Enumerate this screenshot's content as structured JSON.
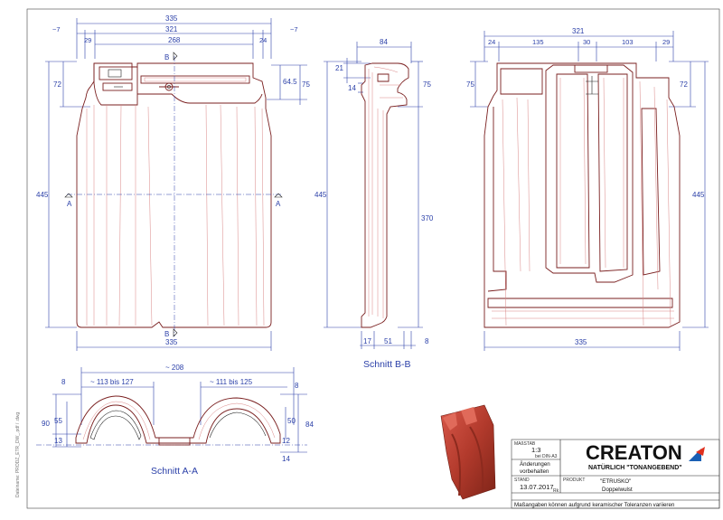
{
  "sheet": {
    "side_text": "Dateiname: PRODZ_ETR_DW_.pdf / .dwg",
    "colors": {
      "dimension": "#2a3fa8",
      "outline": "#7a1f1f",
      "detail": "#d98585",
      "tile": "#c0402a"
    }
  },
  "front_view": {
    "dims_top": [
      "335",
      "321",
      "268"
    ],
    "dims_small": [
      "~7",
      "29",
      "24",
      "~7"
    ],
    "left_dims": [
      "72",
      "445"
    ],
    "right_dims": [
      "64.5",
      "75"
    ],
    "bottom_dim": "335",
    "section_markers": {
      "b_top": "B",
      "b_bottom": "B",
      "a_left": "A",
      "a_right": "A"
    }
  },
  "section_bb": {
    "title": "Schnitt B-B",
    "dims_top": [
      "84",
      "21",
      "14"
    ],
    "left_dim": "445",
    "right_dims": [
      "75",
      "370"
    ],
    "bottom_dims": [
      "17",
      "51",
      "8"
    ]
  },
  "back_view": {
    "dims_top": [
      "321",
      "24",
      "135",
      "30",
      "103",
      "29"
    ],
    "left_dim": "75",
    "right_dims": [
      "72",
      "445"
    ],
    "bottom_dim": "335"
  },
  "section_aa": {
    "title": "Schnitt A-A",
    "dims_top": [
      "~ 208",
      "~ 113 bis 127",
      "~ 111 bis 125",
      "8",
      "8"
    ],
    "left_dims": [
      "90",
      "55",
      "13"
    ],
    "right_dims": [
      "50",
      "84",
      "12",
      "14"
    ]
  },
  "title_block": {
    "massstab_label": "MAßSTAB",
    "scale": "1:3",
    "scale_note": "bei DIN-A3",
    "changes_label": "Änderungen",
    "changes_value": "vorbehalten",
    "stand_label": "STAND",
    "date": "13.07.2017",
    "initials": "Rk",
    "produkt_label": "PRODUKT",
    "product_name": "\"ETRUSKO\"",
    "product_variant": "Doppelwulst",
    "brand": "CREATON",
    "brand_tagline": "NATÜRLICH \"TONANGEBEND\"",
    "footer_note": "Maßangaben können aufgrund keramischer Toleranzen variieren"
  }
}
